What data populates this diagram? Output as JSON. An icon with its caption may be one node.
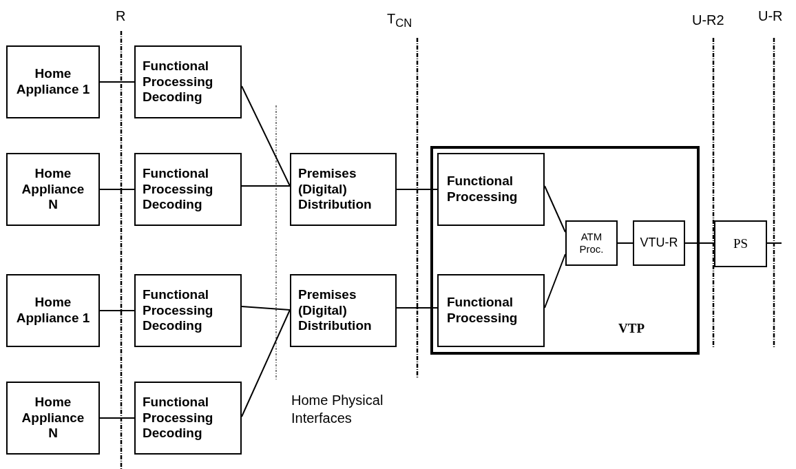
{
  "diagram": {
    "nodes": [
      {
        "text": [
          "Home Appliance 1"
        ]
      },
      {
        "text": [
          "Functional Processing Decoding"
        ]
      },
      {
        "text": [
          "Home Appliance N"
        ]
      },
      {
        "text": [
          "Functional Processing Decoding"
        ]
      },
      {
        "text": [
          "Premises (Digital) Distribution"
        ]
      },
      {
        "text": [
          "Home Appliance 1"
        ]
      },
      {
        "text": [
          "Functional Processing Decoding"
        ]
      },
      {
        "text": [
          "Home Appliance N"
        ]
      },
      {
        "text": [
          "Functional Processing Decoding"
        ]
      },
      {
        "text": [
          "Premises (Digital) Distribution"
        ]
      },
      {
        "text": [
          "VTP"
        ]
      },
      {
        "text": [
          "Functional Processing"
        ],
        "in": 10
      },
      {
        "text": [
          "Functional Processing"
        ],
        "in": 10
      },
      {
        "text": [
          "ATM Proc."
        ],
        "in": 10
      },
      {
        "text": [
          "VTU-R"
        ],
        "in": 10
      },
      {
        "text": [
          "PS"
        ]
      }
    ],
    "edges": [
      {
        "from": 0,
        "to": 1,
        "arrow": "none"
      },
      {
        "from": 2,
        "to": 3,
        "arrow": "none"
      },
      {
        "from": 1,
        "to": 4,
        "arrow": "none"
      },
      {
        "from": 3,
        "to": 4,
        "arrow": "none"
      },
      {
        "from": 4,
        "to": 11,
        "arrow": "none"
      },
      {
        "from": 5,
        "to": 6,
        "arrow": "none"
      },
      {
        "from": 7,
        "to": 8,
        "arrow": "none"
      },
      {
        "from": 6,
        "to": 9,
        "arrow": "none"
      },
      {
        "from": 8,
        "to": 9,
        "arrow": "none"
      },
      {
        "from": 9,
        "to": 12,
        "arrow": "none"
      },
      {
        "from": 11,
        "to": 13,
        "arrow": "none"
      },
      {
        "from": 12,
        "to": 13,
        "arrow": "none"
      },
      {
        "from": 13,
        "to": 14,
        "arrow": "none"
      },
      {
        "from": 14,
        "to": 15,
        "arrow": "none"
      },
      {
        "from": 15,
        "to": null,
        "arrow": "none"
      }
    ],
    "labels": [
      "R",
      "T$_{CN}$",
      "U-R2",
      "U-R",
      "Home Physical Interfaces"
    ]
  }
}
